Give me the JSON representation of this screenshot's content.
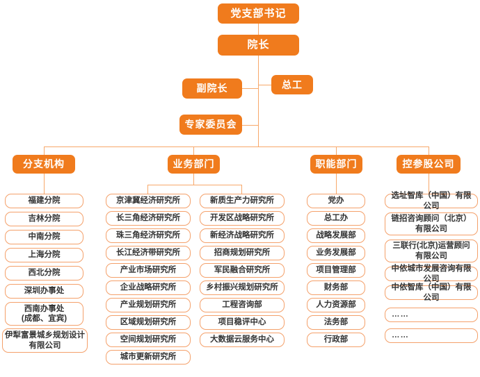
{
  "diagram": {
    "title_node": "党支部书记",
    "leader_node": "院长",
    "deputy_node": "副院长",
    "chief_engineer_node": "总工",
    "expert_committee_node": "专家委员会",
    "colors": {
      "node_fill": "#F07B1D",
      "node_text": "#FFFFFF",
      "leaf_border": "#F4A06A",
      "leaf_text": "#333333",
      "connector": "#F7A86A",
      "background": "#FFFFFF"
    },
    "categories": [
      {
        "label": "分支机构",
        "columns": [
          {
            "items": [
              "福建分院",
              "吉林分院",
              "中南分院",
              "上海分院",
              "西北分院",
              "深圳办事处",
              "西南办事处\n(成都、宜宾)",
              "伊犁富景城乡规划设计\n有限公司"
            ]
          }
        ]
      },
      {
        "label": "业务部门",
        "columns": [
          {
            "items": [
              "京津冀经济研究所",
              "长三角经济研究所",
              "珠三角经济研究所",
              "长江经济带研究所",
              "产业市场研究所",
              "企业战略研究所",
              "产业规划研究所",
              "区域规划研究所",
              "空间规划研究所",
              "城市更新研究所"
            ]
          },
          {
            "items": [
              "新质生产力研究所",
              "开发区战略研究所",
              "新经济战略研究所",
              "招商规划研究所",
              "军民融合研究所",
              "乡村振兴规划研究所",
              "工程咨询部",
              "项目稳评中心",
              "大数据云服务中心"
            ]
          }
        ]
      },
      {
        "label": "职能部门",
        "columns": [
          {
            "items": [
              "党办",
              "总工办",
              "战略发展部",
              "业务发展部",
              "项目管理部",
              "财务部",
              "人力资源部",
              "法务部",
              "行政部"
            ]
          }
        ]
      },
      {
        "label": "控参股公司",
        "columns": [
          {
            "items": [
              "选址智库（中国）有限公司",
              "链招咨询顾问（北京）\n有限公司",
              "三联行(北京)运营顾问\n有限公司",
              "中依城市发展咨询有限公司",
              "中依智库（中国）有限公司",
              "……",
              "……"
            ]
          }
        ]
      }
    ]
  }
}
